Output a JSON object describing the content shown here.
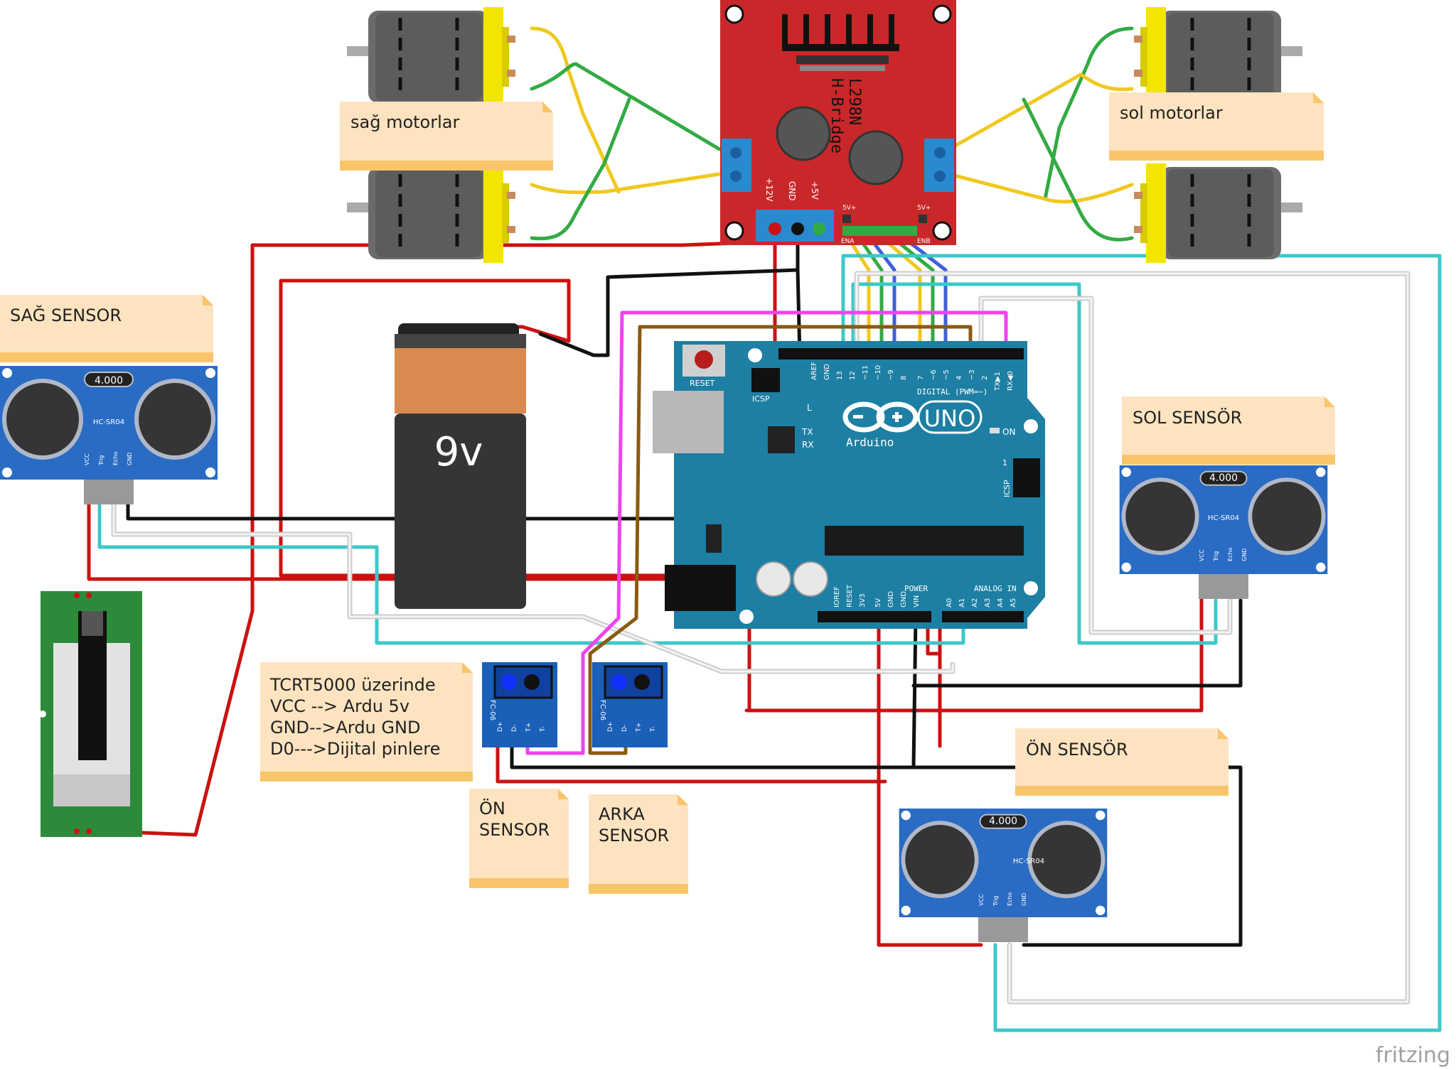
{
  "notes": {
    "sag_motorlar": "sağ motorlar",
    "sol_motorlar": "sol motorlar",
    "sag_sensor": "SAĞ SENSOR",
    "sol_sensor": "SOL SENSÖR",
    "on_sensor_ultra": "ÖN SENSÖR",
    "tcrt_line1": "TCRT5000 üzerinde",
    "tcrt_line2": "VCC --> Ardu 5v",
    "tcrt_line3": "GND-->Ardu GND",
    "tcrt_line4": "D0--->Dijital pinlere",
    "on_sensor_ir_line1": "ÖN",
    "on_sensor_ir_line2": "SENSOR",
    "arka_sensor_line1": "ARKA",
    "arka_sensor_line2": "SENSOR"
  },
  "battery": {
    "label": "9v"
  },
  "hbridge": {
    "title1": "L298N",
    "title2": "H-Bridge",
    "pin_12v": "+12V",
    "pin_gnd": "GND",
    "pin_5v": "+5V",
    "jumper_label": "5V+",
    "ena": "ENA",
    "enb": "ENB"
  },
  "arduino": {
    "reset": "RESET",
    "icsp": "ICSP",
    "brand": "Arduino",
    "model": "UNO",
    "on": "ON",
    "l": "L",
    "tx": "TX",
    "rx": "RX",
    "digital": "DIGITAL (PWM=~)",
    "power": "POWER",
    "analog": "ANALOG IN",
    "icsp2": "ICSP",
    "one": "1",
    "digital_pins": [
      "AREF",
      "GND",
      "13",
      "12",
      "~11",
      "~10",
      "~9",
      "8",
      "7",
      "~6",
      "~5",
      "4",
      "~3",
      "2",
      "TX▶1",
      "RX◀0"
    ],
    "power_pins": [
      "IOREF",
      "RESET",
      "3V3",
      "5V",
      "GND",
      "GND",
      "VIN"
    ],
    "analog_pins": [
      "A0",
      "A1",
      "A2",
      "A3",
      "A4",
      "A5"
    ]
  },
  "ultrasonic": {
    "model": "HC-SR04",
    "crystal": "4.000",
    "pins": [
      "VCC",
      "Trig",
      "Echo",
      "GND"
    ]
  },
  "ir_sensor": {
    "model": "FC-06",
    "pins": [
      "D+",
      "D-",
      "T+",
      "T-"
    ]
  },
  "watermark": "fritzing",
  "colors": {
    "wire_red": "#cc1111",
    "wire_black": "#111111",
    "wire_cyan": "#3cc8c8",
    "wire_white": "#f4f4f4",
    "wire_magenta": "#ee44ee",
    "wire_brown": "#8b5a10",
    "wire_green": "#33aa44",
    "wire_yellow": "#f0c81e",
    "wire_blue": "#4060d8",
    "arduino": "#1d7fa3",
    "hbridge": "#c9282a",
    "sensor_blue": "#2a6bc4",
    "note_bg": "#fde3c0",
    "note_stripe": "#f9c56a",
    "pcb_green": "#2c8a3a"
  }
}
